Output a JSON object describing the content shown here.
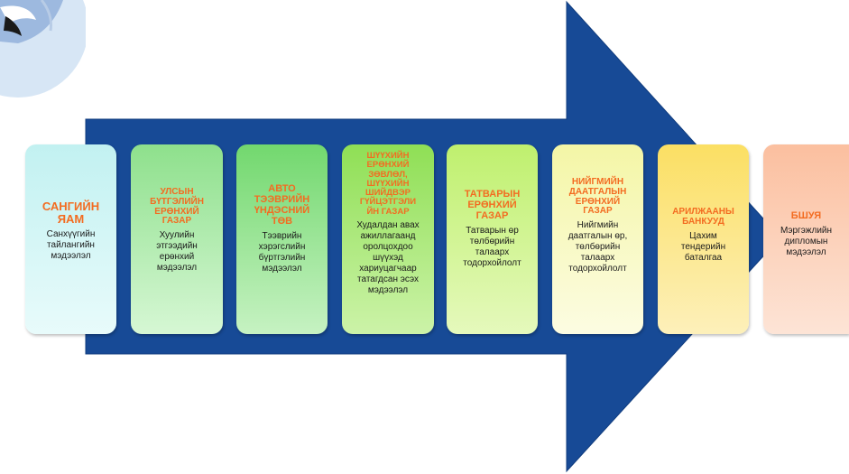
{
  "colors": {
    "arrow": "#174a96",
    "title_text": "#f36c21"
  },
  "steps": [
    {
      "title": "САНГИЙН\nЯАМ",
      "text": "Санхүүгийн\nтайлангийн\nмэдээлэл"
    },
    {
      "title": "УЛСЫН\nБҮТГЭЛИЙН\nЕРӨНХИЙ\nГАЗАР",
      "text": "Хуулийн\nэтгээдийн\nерөнхий\nмэдээлэл"
    },
    {
      "title": "АВТО\nТЭЭВРИЙН\nҮНДЭСНИЙ\nТӨВ",
      "text": "Тээврийн\nхэрэгслийн\nбүртгэлийн\nмэдээлэл"
    },
    {
      "title": "ШҮҮХИЙН\nЕРӨНХИЙ\nЗӨВЛӨЛ,\nШҮҮХИЙН\nШИЙДВЭР\nГҮЙЦЭТГЭЛИ\nЙН ГАЗАР",
      "text": "Худалдан авах\nажиллагаанд\nоролцохдоо\nшүүхэд\nхариуцагчаар\nтатагдсан эсэх\nмэдээлэл"
    },
    {
      "title": "ТАТВАРЫН\nЕРӨНХИЙ\nГАЗАР",
      "text": "Татварын өр\nтөлбөрийн\nталаарх\nтодорхойлолт"
    },
    {
      "title": "НИЙГМИЙН\nДААТГАЛЫН\nЕРӨНХИЙ\nГАЗАР",
      "text": "Нийгмийн\nдаатгалын өр,\nтөлбөрийн\nталаарх\nтодорхойлолт"
    },
    {
      "title": "АРИЛЖААНЫ\nБАНКУУД",
      "text": "Цахим\nтендерийн\nбаталгаа"
    },
    {
      "title": "БШУЯ",
      "text": "Мэргэжлийн\nдипломын\nмэдээлэл"
    }
  ]
}
